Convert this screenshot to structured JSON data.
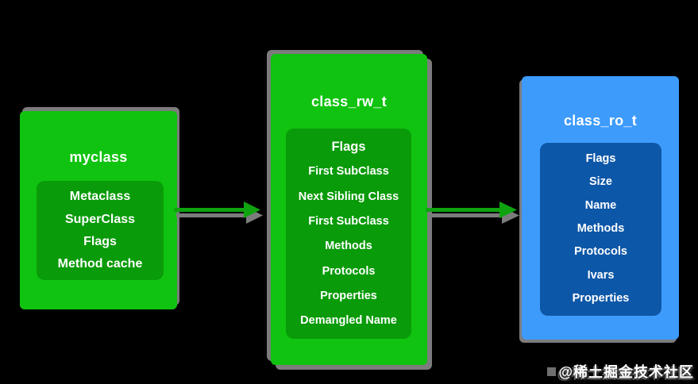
{
  "canvas": {
    "background": "#000000"
  },
  "diagram": {
    "shadow_color": "#7C7C7C",
    "nodes": [
      {
        "id": "myclass",
        "title": "myclass",
        "fill": "#10C310",
        "inner_fill": "#099B09",
        "items": [
          "Metaclass",
          "SuperClass",
          "Flags",
          "Method cache"
        ]
      },
      {
        "id": "class_rw_t",
        "title": "class_rw_t",
        "fill": "#10C310",
        "inner_fill": "#099B09",
        "items": [
          "Flags",
          "First SubClass",
          "Next Sibling Class",
          "First SubClass",
          "Methods",
          "Protocols",
          "Properties",
          "Demangled Name"
        ]
      },
      {
        "id": "class_ro_t",
        "title": "class_ro_t",
        "fill": "#3D9BFC",
        "inner_fill": "#0D57A8",
        "items": [
          "Flags",
          "Size",
          "Name",
          "Methods",
          "Protocols",
          "Ivars",
          "Properties"
        ]
      }
    ],
    "edges": [
      {
        "from": "myclass",
        "to": "class_rw_t",
        "color": "#0FA30F"
      },
      {
        "from": "class_rw_t",
        "to": "class_ro_t",
        "color": "#0FA30F"
      }
    ]
  },
  "watermark": {
    "text": "@稀土掘金技术社区"
  }
}
